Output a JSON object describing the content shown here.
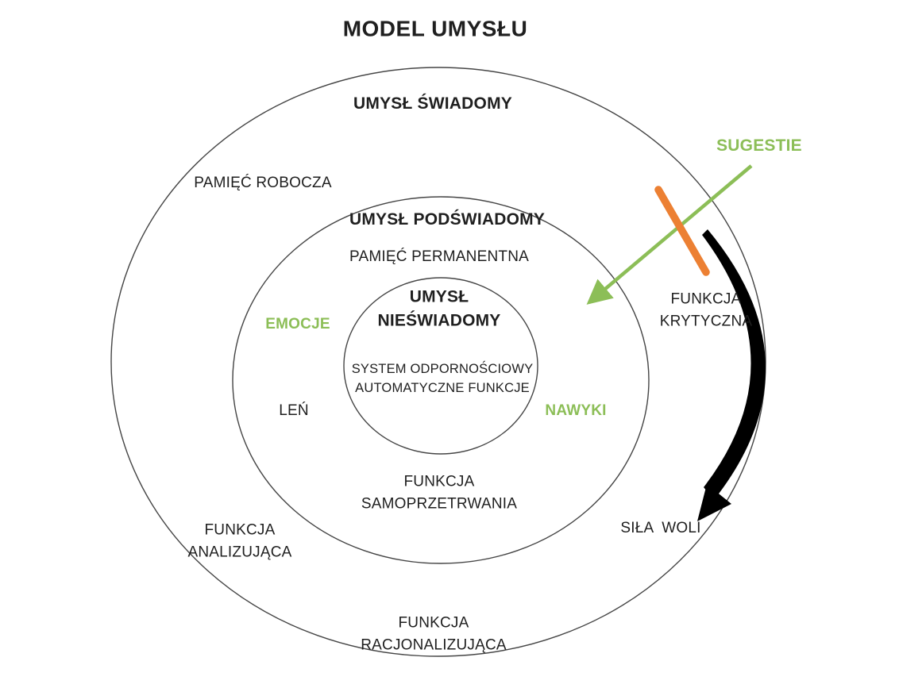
{
  "title": "MODEL UMYSŁU",
  "colors": {
    "accent_green": "#8CBE57",
    "accent_orange": "#EC8033",
    "arrow_black": "#000000",
    "ring_stroke": "#454545",
    "text": "#1f1f1f"
  },
  "rings": {
    "outer_label": "UMYSŁ ŚWIADOMY",
    "middle_label": "UMYSŁ PODŚWIADOMY",
    "inner_label": "UMYSŁ\nNIEŚWIADOMY"
  },
  "labels": {
    "working_memory": "PAMIĘĆ ROBOCZA",
    "permanent_memory": "PAMIĘĆ PERMANENTNA",
    "immune_system": "SYSTEM ODPORNOŚCIOWY\nAUTOMATYCZNE FUNKCJE",
    "emotions": "EMOCJE",
    "laziness": "LEŃ",
    "habits": "NAWYKI",
    "self_preservation": "FUNKCJA\nSAMOPRZETRWANIA",
    "analyzing_function": "FUNKCJA\nANALIZUJĄCA",
    "rationalizing_function": "FUNKCJA\nRACJONALIZUJĄCA",
    "willpower": "SIŁA  WOLI",
    "critical_function": "FUNKCJA\nKRYTYCZNA",
    "suggestions": "SUGESTIE"
  }
}
